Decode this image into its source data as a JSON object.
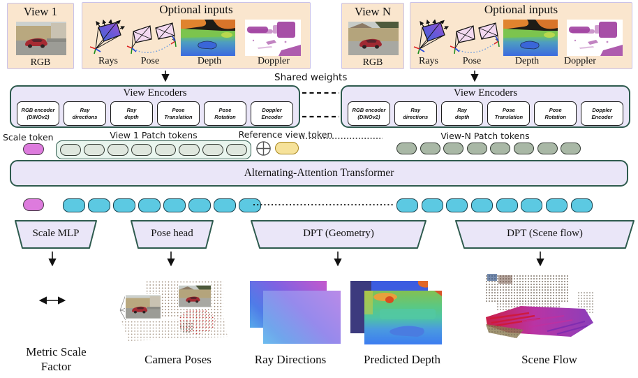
{
  "top": {
    "view1": {
      "title": "View 1",
      "caption": "RGB"
    },
    "optional1": {
      "title": "Optional inputs",
      "items": [
        "Rays",
        "Pose",
        "Depth",
        "Doppler"
      ]
    },
    "viewN": {
      "title": "View N",
      "caption": "RGB"
    },
    "optional2": {
      "title": "Optional inputs",
      "items": [
        "Rays",
        "Pose",
        "Depth",
        "Doppler"
      ]
    }
  },
  "shared_weights": {
    "label": "Shared weights"
  },
  "encoders": {
    "title": "View Encoders",
    "modules": [
      {
        "line1": "RGB encoder",
        "line2": "(DINOv2)"
      },
      {
        "line1": "Ray",
        "line2": "directions"
      },
      {
        "line1": "Ray",
        "line2": "depth"
      },
      {
        "line1": "Pose",
        "line2": "Translation"
      },
      {
        "line1": "Pose",
        "line2": "Rotation"
      },
      {
        "line1": "Doppler",
        "line2": "Encoder"
      }
    ]
  },
  "tokens": {
    "scale_label": "Scale token",
    "view1_patch_label": "View 1 Patch tokens",
    "reference_label": "Reference view token",
    "viewN_patch_label": "View-N Patch tokens"
  },
  "transformer": {
    "label": "Alternating-Attention Transformer"
  },
  "heads": [
    {
      "label": "Scale MLP"
    },
    {
      "label": "Pose head"
    },
    {
      "label": "DPT (Geometry)"
    },
    {
      "label": "DPT (Scene flow)"
    }
  ],
  "outputs": {
    "metric_scale": {
      "line1": "Metric Scale",
      "line2": "Factor"
    },
    "camera_poses": "Camera Poses",
    "ray_directions": "Ray Directions",
    "predicted_depth": "Predicted Depth",
    "scene_flow": "Scene Flow"
  },
  "colors": {
    "input_box_fill": "#fae6ce",
    "input_box_border": "#c9c2ea",
    "panel_fill": "#eae6f8",
    "panel_border": "#2e5b4e",
    "scale_token": "#dd7bdd",
    "patch_token": "#dfe7de",
    "patch_container": "#e9f5ee",
    "reference_token": "#f6e29a",
    "viewN_token": "#a9b8a6",
    "output_token": "#5cc9e2"
  }
}
